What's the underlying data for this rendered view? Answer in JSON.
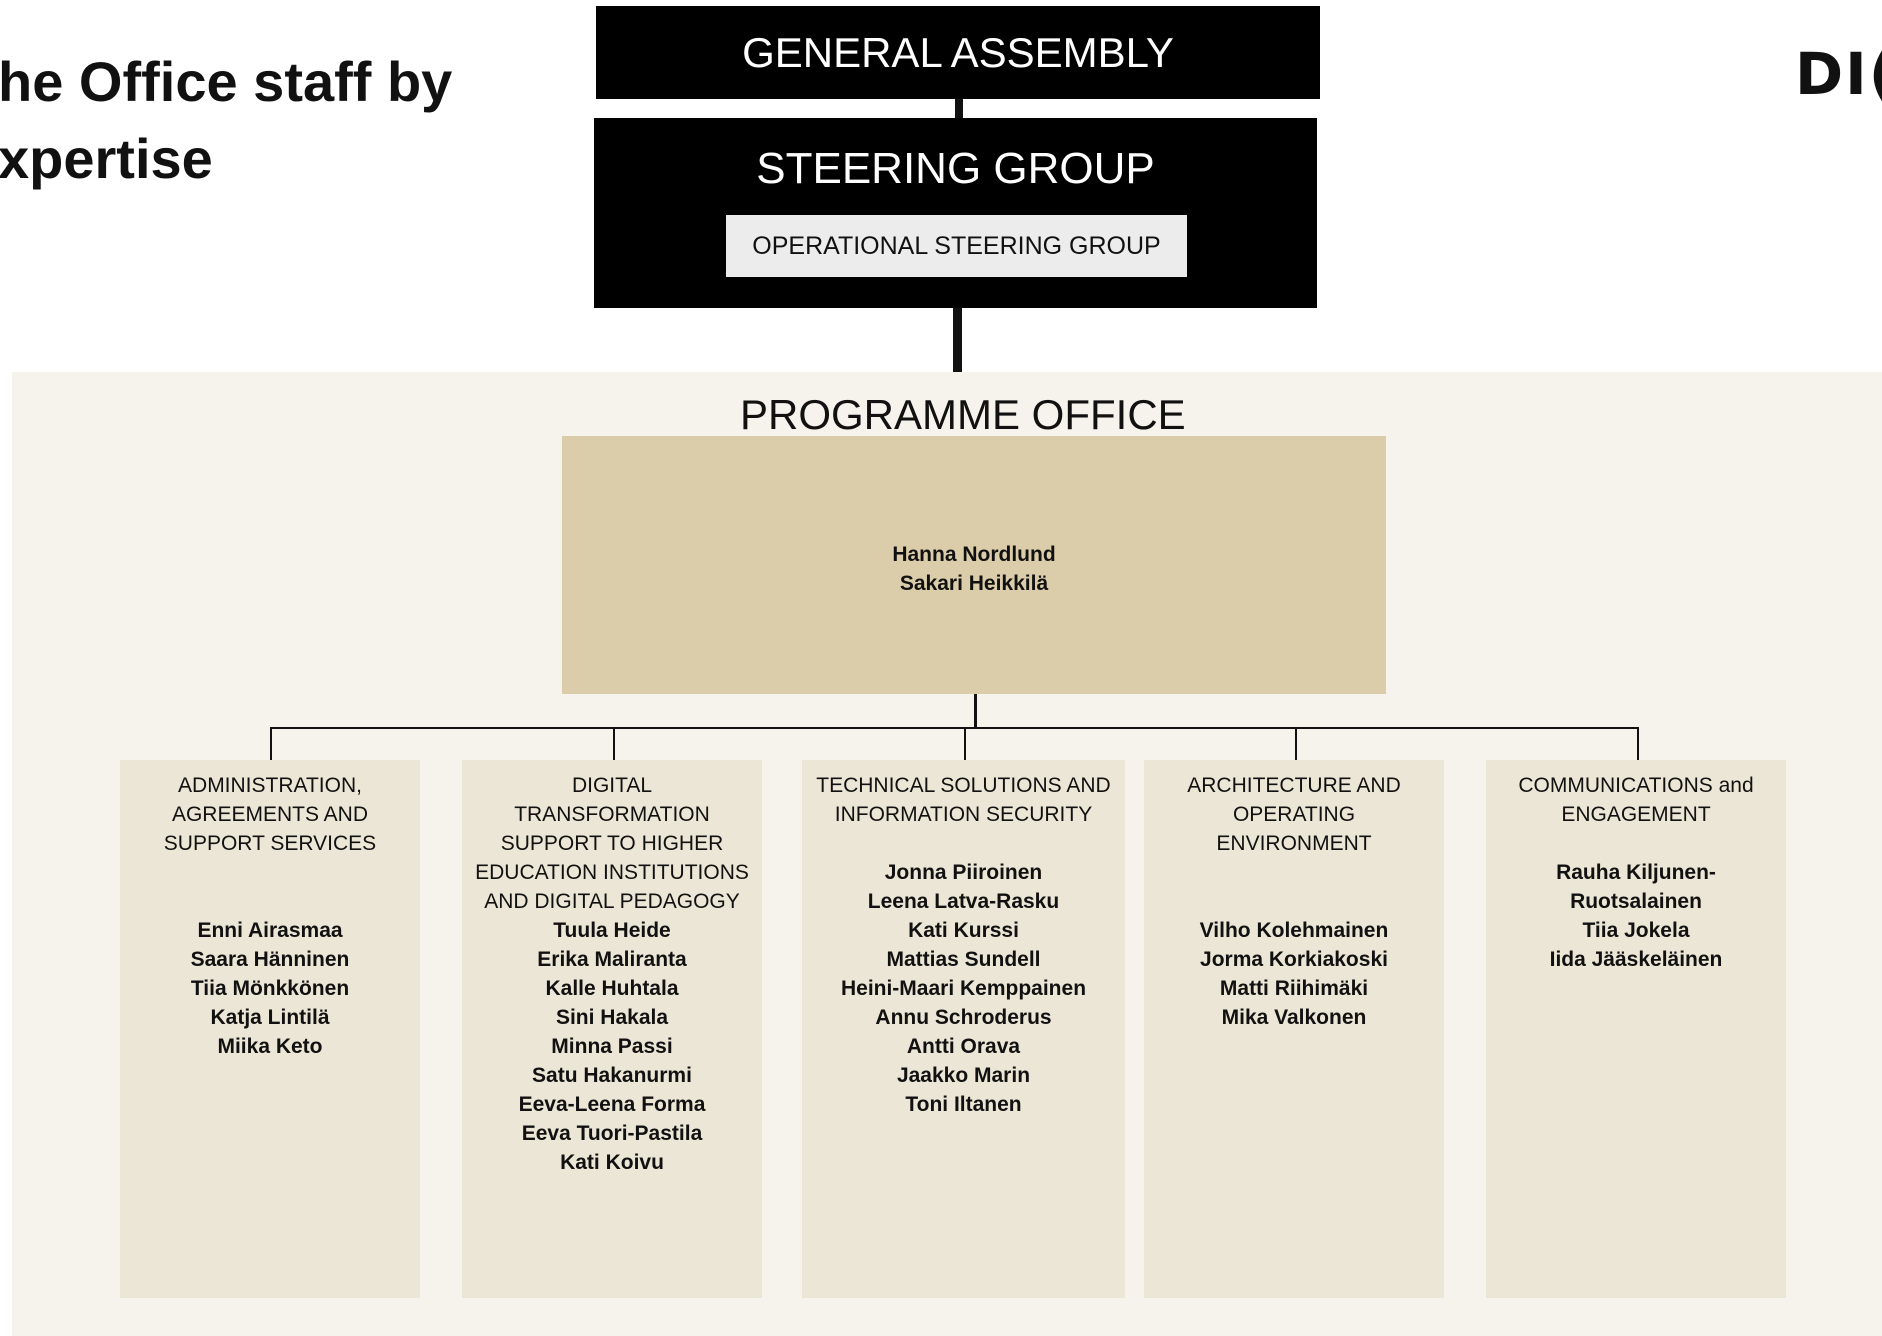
{
  "heading": {
    "line1": "he Office staff by",
    "line2": "xpertise"
  },
  "logo": {
    "text": "DI("
  },
  "general_assembly": {
    "label": "GENERAL ASSEMBLY"
  },
  "steering_group": {
    "label": "STEERING GROUP",
    "operational_label": "OPERATIONAL STEERING GROUP"
  },
  "programme_office": {
    "title": "PROGRAMME OFFICE",
    "leads": [
      "Hanna Nordlund",
      "Sakari Heikkilä"
    ]
  },
  "teams": [
    {
      "title_lines": [
        "ADMINISTRATION,",
        "AGREEMENTS AND",
        "SUPPORT SERVICES"
      ],
      "members": [
        "Enni Airasmaa",
        "Saara Hänninen",
        "Tiia Mönkkönen",
        "Katja Lintilä",
        "Miika Keto"
      ]
    },
    {
      "title_lines": [
        "DIGITAL",
        "TRANSFORMATION",
        "SUPPORT TO HIGHER",
        "EDUCATION INSTITUTIONS",
        "AND DIGITAL PEDAGOGY"
      ],
      "members": [
        "Tuula Heide",
        "Erika Maliranta",
        "Kalle Huhtala",
        "Sini Hakala",
        "Minna Passi",
        "Satu Hakanurmi",
        "Eeva-Leena Forma",
        "Eeva Tuori-Pastila",
        "Kati Koivu"
      ]
    },
    {
      "title_lines": [
        "TECHNICAL SOLUTIONS AND",
        "INFORMATION SECURITY"
      ],
      "members": [
        "Jonna Piiroinen",
        "Leena Latva-Rasku",
        "Kati Kurssi",
        "Mattias Sundell",
        "Heini-Maari Kemppainen",
        "Annu Schroderus",
        "Antti Orava",
        "Jaakko Marin",
        "Toni Iltanen"
      ]
    },
    {
      "title_lines": [
        "ARCHITECTURE AND",
        "OPERATING",
        "ENVIRONMENT"
      ],
      "members": [
        "Vilho Kolehmainen",
        "Jorma Korkiakoski",
        "Matti Riihimäki",
        "Mika Valkonen"
      ]
    },
    {
      "title_lines": [
        "COMMUNICATIONS and",
        "ENGAGEMENT"
      ],
      "members": [
        "Rauha Kiljunen-",
        "Ruotsalainen",
        "Tiia Jokela",
        "Iida Jääskeläinen"
      ]
    }
  ]
}
